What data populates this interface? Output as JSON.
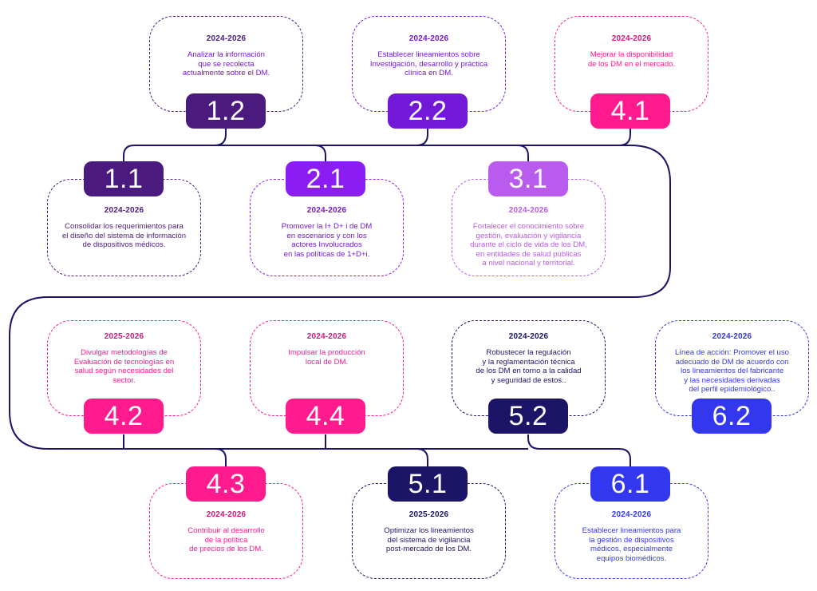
{
  "nodes": [
    {
      "code": "1.2",
      "period": "2024-2026",
      "text": "Analizar la información\nque se recolecta\nactualmente sobre el DM.",
      "color": "#4a1a7e"
    },
    {
      "code": "2.2",
      "period": "2024-2026",
      "text": "Establecer lineamientos sobre\nInvestigación, desarrollo y práctica\nclínica en DM.",
      "color": "#7218d6"
    },
    {
      "code": "4.1",
      "period": "2024-2026",
      "text": "Mejorar la disponibilidad\nde los DM en el mercado.",
      "color": "#ff1b8d"
    },
    {
      "code": "1.1",
      "period": "2024-2026",
      "text": "Consolidar los requerimientos para\nel diseño del sistema de información\nde dispositivos médicos.",
      "color": "#4a1a7e"
    },
    {
      "code": "2.1",
      "period": "2024-2026",
      "text": "Promover la I+ D+ i de DM\nen escenarios y con los\nactores Involucrados\nen las políticas de 1+D+i.",
      "color": "#8b1cf3"
    },
    {
      "code": "3.1",
      "period": "2024-2026",
      "text": "Fortalecer el conocimiento sobre\ngestión, evaluación y vigilancia\ndurante el ciclo de vida de los DM,\nen entidades de salud públicas\na nivel nacional y territorial.",
      "color": "#b95bef"
    },
    {
      "code": "4.2",
      "period": "2025-2026",
      "text": "Divulgar metodologías de\nEvaluación de tecnologías en\nsalud  según necesidades del\nsector.",
      "color": "#ff1b8d"
    },
    {
      "code": "4.4",
      "period": "2024-2026",
      "text": "Impulsar la producción\nlocal de DM.",
      "color": "#ff1b8d"
    },
    {
      "code": "5.2",
      "period": "2024-2026",
      "text": "Robustecer la regulación\ny la reglamentación técnica\nde los DM en torno a la calidad\ny seguridad de estos..",
      "color": "#1c1466"
    },
    {
      "code": "6.2",
      "period": "2024-2026",
      "text": "Línea de acción: Promover el uso\nadecuado de DM de acuerdo  con\nlos lineamientos del fabricante\ny las necesidades derivadas\ndel perfil epidemiológico..",
      "color": "#3338ee"
    },
    {
      "code": "4.3",
      "period": "2024-2026",
      "text": "Contribuir al desarrollo\nde la política\nde precios  de los DM.",
      "color": "#ff1b8d"
    },
    {
      "code": "5.1",
      "period": "2025-2026",
      "text": "Optimizar los lineamientos\ndel sistema de vigilancia\npost-mercado de los DM.",
      "color": "#1c1466"
    },
    {
      "code": "6.1",
      "period": "2024-2026",
      "text": "Establecer lineamientos para\nla gestión de dispositivos\nmédicos, especialmente\nequipos biomédicos.",
      "color": "#3338ee"
    }
  ],
  "line_color": "#1c1466"
}
